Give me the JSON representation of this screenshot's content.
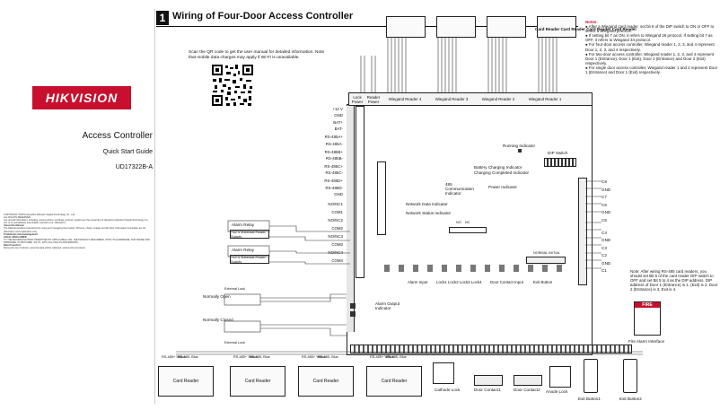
{
  "cover": {
    "brand": "HIKVISION",
    "title": "Access Controller",
    "subtitle": "Quick Start Guide",
    "model": "UD17322B-A",
    "legal_lines": [
      "COPYRIGHT ©2019 Hangzhou Hikvision Digital Technology Co., Ltd.",
      "ALL RIGHTS RESERVED.",
      "Any and all information, including, among others, wordings, pictures, graphs are the properties of Hangzhou Hikvision Digital Technology Co., Ltd. or its subsidiaries (hereinafter referred to be \"Hikvision\").",
      "About this Manual",
      "The Manual includes instructions for using and managing the product. Pictures, charts, images and all other information hereinafter are for description and explanation only.",
      "Trademarks Acknowledgement",
      "LEGAL DISCLAIMER",
      "TO THE MAXIMUM EXTENT PERMITTED BY APPLICABLE LAW, THE PRODUCT DESCRIBED, WITH ITS HARDWARE, SOFTWARE AND FIRMWARE, IS PROVIDED \"AS IS\", WITH ALL FAULTS AND ERRORS.",
      "Data Protection",
      "During the use of device, personal data will be collected, stored and processed."
    ]
  },
  "page": {
    "step_number": "1",
    "heading": "Wiring of Four-Door Access Controller",
    "qr_text": "Scan the QR code to get the user manual for detailed information. Note that mobile data charges may apply if Wi-Fi is unavailable."
  },
  "board": {
    "left_terminals": [
      "+12 V",
      "GND",
      "BAT+",
      "BAT-",
      "RS-485A+",
      "RS-485A-",
      "RS-485B+",
      "RS-485B-",
      "RS-485C+",
      "RS-485C-",
      "RS-485D+",
      "RS-485D-",
      "GND",
      "NO/NC1",
      "COM1",
      "NO/NC2",
      "COM2",
      "NO/NC3",
      "COM3",
      "NO/NC4",
      "COM4"
    ],
    "right_terminals": [
      "C8",
      "GND",
      "C7",
      "C6",
      "GND",
      "C5",
      "C4",
      "GND",
      "C3",
      "C2",
      "GND",
      "C1"
    ],
    "top_sections": [
      "Lock Power",
      "Reader Power",
      "Wiegand Reader 4",
      "Wiegand Reader 3",
      "Wiegand Reader 2",
      "Wiegand Reader 1"
    ],
    "indicators": {
      "running": "Running Indicator",
      "dip": "DIP Switch",
      "battery": "Battery Charging Indicator",
      "charging_done": "Charging Completed Indicator",
      "comm": "485 Communication Indicator",
      "power": "Power Indicator",
      "network_data": "Network Data Indicator",
      "network_status": "Network Status Indicator"
    },
    "bottom_labels": [
      "Alarm Input",
      "Lock1 Lock2 Lock3 Lock4",
      "Door Contact Input",
      "Exit Button"
    ],
    "alarm_output": "Alarm Output Indicator",
    "normally_open": "Normally Open",
    "normally_closed": "Normally Closed",
    "no": "NO",
    "nc": "NC",
    "normal_initial": "NORMAL INITIAL",
    "alarm_relay": "Alarm Relay",
    "ext_power": "+12 V External Power Supply",
    "external_lock": "External Lock",
    "fire": "FIRE",
    "fire_alarm": "Fire Alarm Interface",
    "card_reader": "Card Reader",
    "cathode_lock": "Cathode Lock",
    "door_contact1": "Door Contact1",
    "door_contact2": "Door Contact2",
    "anode_lock": "Anode Lock",
    "exit_button1": "Exit Button1",
    "exit_button2": "Exit Button2",
    "top_card_reader_labels": "Card Reader Card Reader Card Reader Card Reader",
    "rs485_labels": [
      "RS-485+ Yellow",
      "RS-485- Blue"
    ]
  },
  "notes": {
    "title": "Notes:",
    "items": [
      "After a Wiegand card reader, set bit 6 of the DIP switch to ON or OFF to select a Wiegand protocol.",
      "If setting bit 7 as ON, it refers to Wiegand 26 protocol. If setting bit 7 as OFF, it refers to Wiegand 34 protocol.",
      "For four-door access controller, Wiegand reader 1, 2, 3, and 4 represent Door 1, 2, 3, and 4 respectively.",
      "For two-door access controller, Wiegand reader 1, 2, 3, and 4 represent Door 1 (Entrance), Door 1 (Exit), Door 2 (Entrance) and Door 2 (Exit) respectively.",
      "For single door access controller, Wiegand reader 1 and 2 represent Door 1 (Entrance) and Door 1 (Exit) respectively."
    ],
    "note2": "Note: After wiring RS-485 card readers, you should set Bit 6 of the card reader DIP switch to OFF and set Bit 5 to 4 as the DIP address. DIP address of Door 1 (Entrance) is 1, (Exit) is 2, Door 2 (Entrance) is 3, Exit is 4."
  }
}
